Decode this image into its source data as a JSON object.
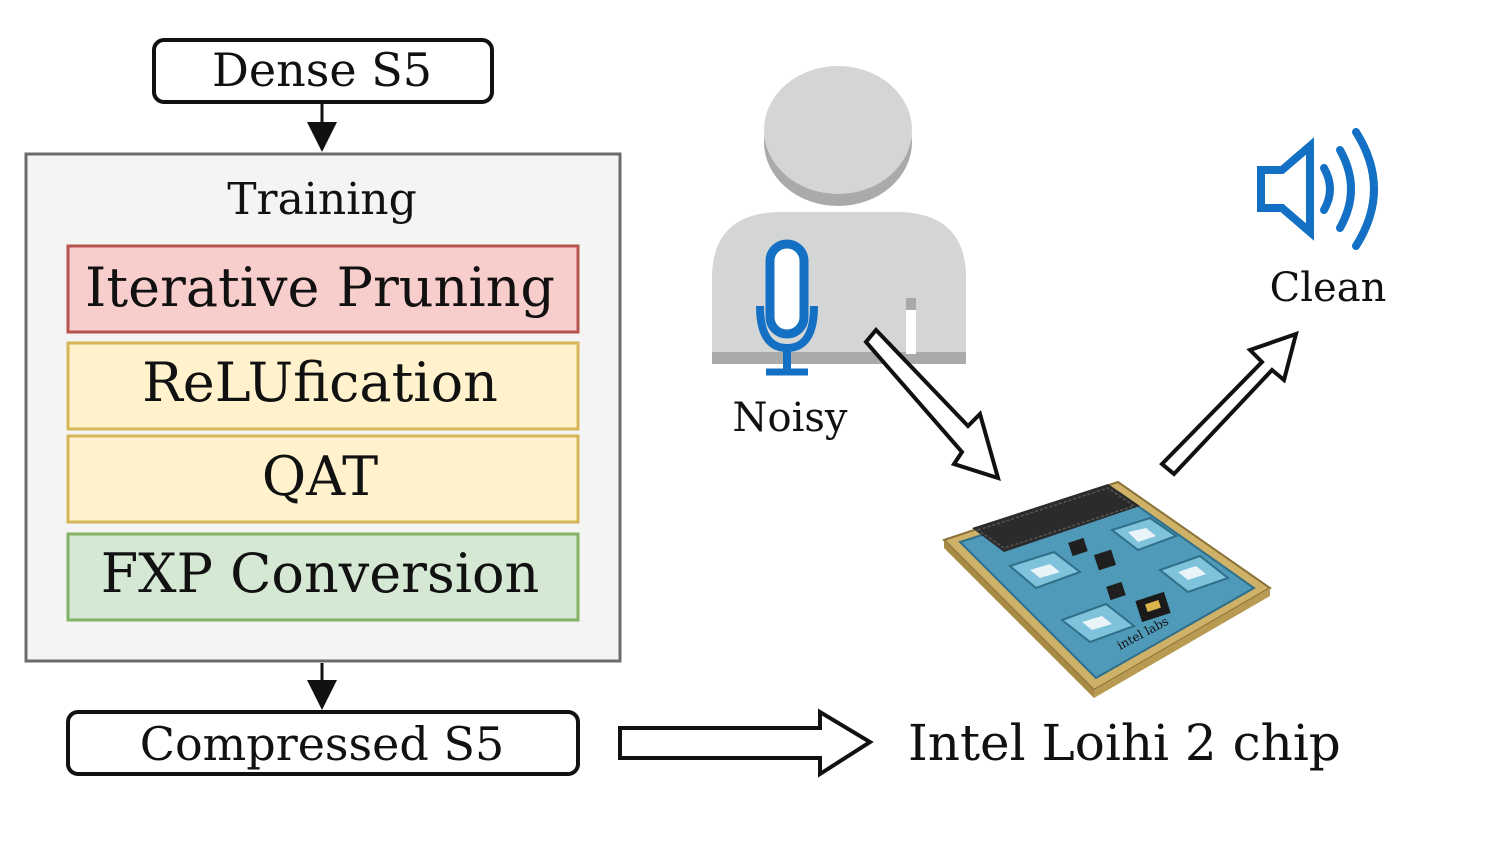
{
  "pipeline": {
    "input_model": "Dense S5",
    "training_title": "Training",
    "steps": [
      {
        "label": "Iterative Pruning",
        "fill": "#f8cecc",
        "stroke": "#b85450"
      },
      {
        "label": "ReLUfication",
        "fill": "#fff2cc",
        "stroke": "#d6b656"
      },
      {
        "label": "QAT",
        "fill": "#fff2cc",
        "stroke": "#d6b656"
      },
      {
        "label": "FXP Conversion",
        "fill": "#d5e8d4",
        "stroke": "#82b366"
      }
    ],
    "output_model": "Compressed S5"
  },
  "deployment": {
    "input_audio_label": "Noisy",
    "output_audio_label": "Clean",
    "hardware_label": "Intel Loihi 2 chip",
    "chip_brand_text": "intel labs"
  },
  "colors": {
    "accent_blue": "#1470c4",
    "person_gray": "#d4d5d5",
    "person_shadow": "#a9aaaa",
    "training_bg": "#f4f4f4",
    "training_border": "#6b6b6b",
    "board_gold": "#d9c07a",
    "board_blue": "#5fa7c4"
  },
  "icons": [
    "person-icon",
    "microphone-icon",
    "speaker-icon",
    "loihi-chip-board"
  ]
}
